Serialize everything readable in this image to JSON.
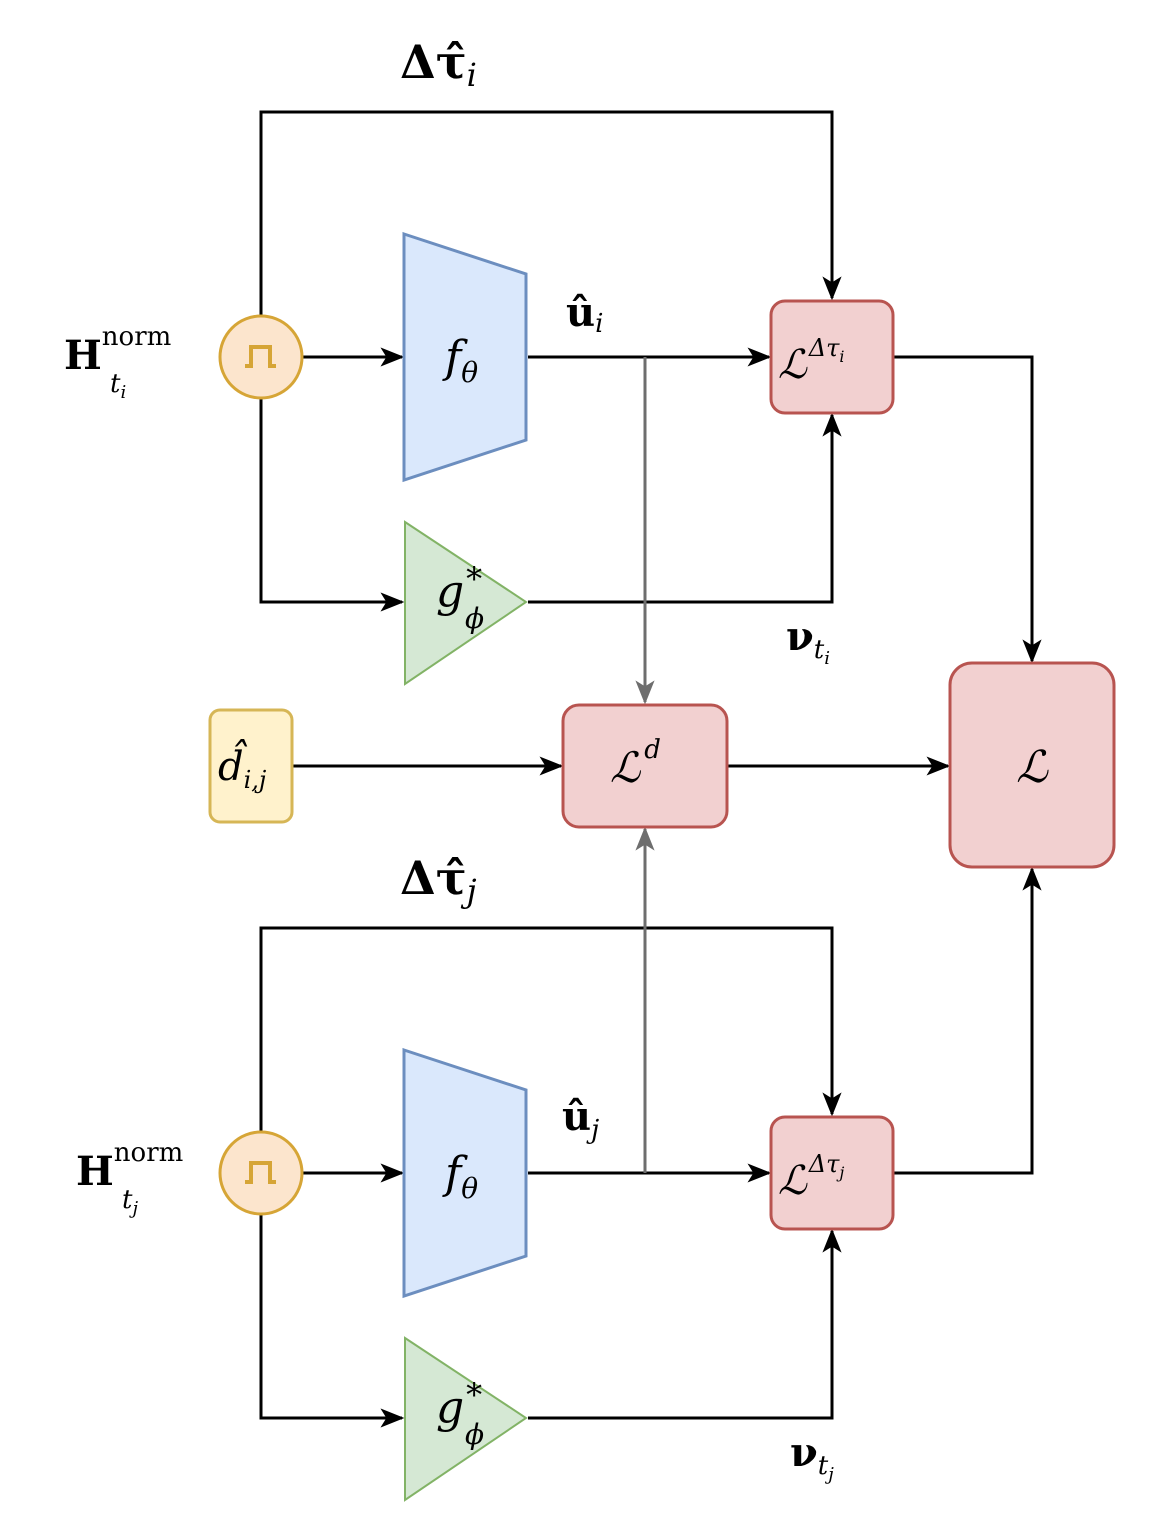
{
  "colors": {
    "encoder_fill": "#dae8fc",
    "encoder_stroke": "#6c8ebf",
    "head_fill": "#d5e8d4",
    "head_stroke": "#82b366",
    "loss_fill": "#f2d0d0",
    "loss_stroke": "#b85450",
    "norm_fill": "#fce5cd",
    "norm_stroke": "#d6a536",
    "dist_fill": "#fff2cc",
    "dist_stroke": "#d6b656",
    "gray_edge": "#6e6e6e"
  },
  "icons": {
    "normalizer": "pulse-icon"
  },
  "branch_i": {
    "delta_tau": {
      "main": "Δτ̂",
      "sub": "i"
    },
    "input": {
      "main": "H",
      "sup": "norm",
      "sub": "t",
      "subsub": "i"
    },
    "encoder": {
      "main": "f",
      "sub": "θ"
    },
    "head": {
      "main": "g",
      "sup": "*",
      "sub": "ϕ"
    },
    "u_hat": {
      "main": "û",
      "sub": "i"
    },
    "nu": {
      "main": "ν",
      "sub": "t",
      "subsub": "i"
    },
    "loss": {
      "main": "ℒ",
      "sup": "Δτ",
      "supsub": "i"
    }
  },
  "branch_j": {
    "delta_tau": {
      "main": "Δτ̂",
      "sub": "j"
    },
    "input": {
      "main": "H",
      "sup": "norm",
      "sub": "t",
      "subsub": "j"
    },
    "encoder": {
      "main": "f",
      "sub": "θ"
    },
    "head": {
      "main": "g",
      "sup": "*",
      "sub": "ϕ"
    },
    "u_hat": {
      "main": "û",
      "sub": "j"
    },
    "nu": {
      "main": "ν",
      "sub": "t",
      "subsub": "j"
    },
    "loss": {
      "main": "ℒ",
      "sup": "Δτ",
      "supsub": "j"
    }
  },
  "distance": {
    "main": "d̂",
    "sub": "i,j"
  },
  "loss_d": {
    "main": "ℒ",
    "sup": "d"
  },
  "loss_total": {
    "main": "ℒ"
  }
}
